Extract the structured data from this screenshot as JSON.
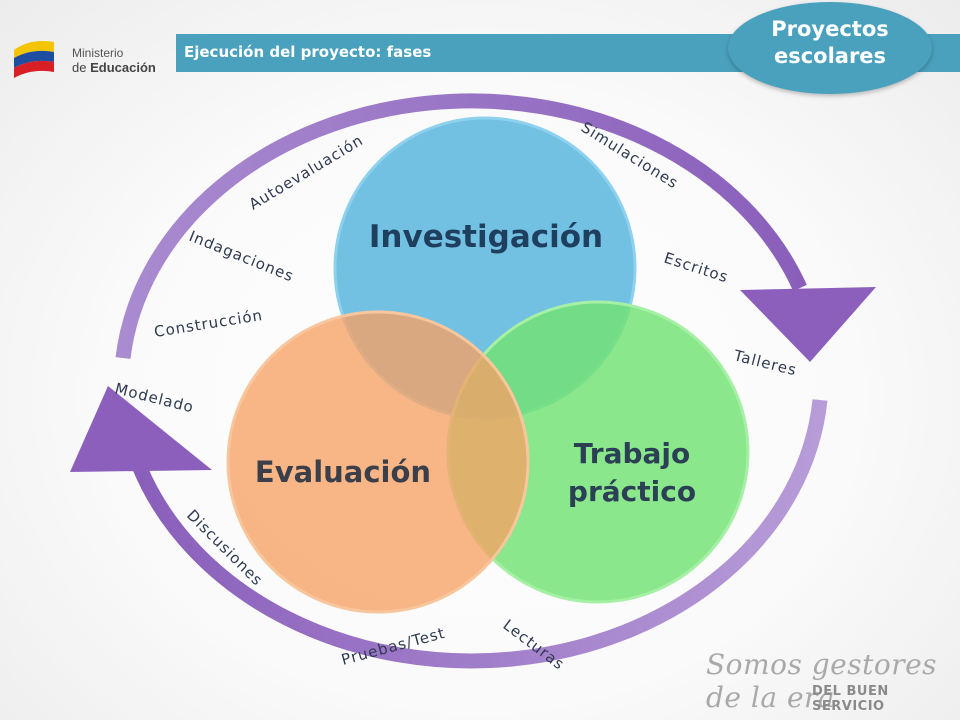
{
  "header": {
    "title": "Ejecución del proyecto: fases",
    "badge": [
      "Proyectos",
      "escolares"
    ]
  },
  "logo": {
    "line1": "Ministerio",
    "line2_prefix": "de",
    "line2_bold": "Educación"
  },
  "circles": {
    "investigacion": {
      "label": "Investigación",
      "color": "#5ab6dd"
    },
    "trabajo": {
      "label_line1": "Trabajo",
      "label_line2": "práctico",
      "color": "#71e271"
    },
    "evaluacion": {
      "label": "Evaluación",
      "color": "#f6a265"
    }
  },
  "phases": {
    "autoevaluacion": "Autoevaluación",
    "simulaciones": "Simulaciones",
    "indagaciones": "Indagaciones",
    "escritos": "Escritos",
    "construccion": "Construcción",
    "talleres": "Talleres",
    "modelado": "Modelado",
    "discusiones": "Discusiones",
    "pruebas": "Pruebas/Test",
    "lecturas": "Lecturas"
  },
  "slogan": {
    "line1": "Somos gestores de la era",
    "line2": "DEL BUEN SERVICIO"
  },
  "colors": {
    "header": "#4aa1be",
    "arrows": "#8f66ba"
  }
}
